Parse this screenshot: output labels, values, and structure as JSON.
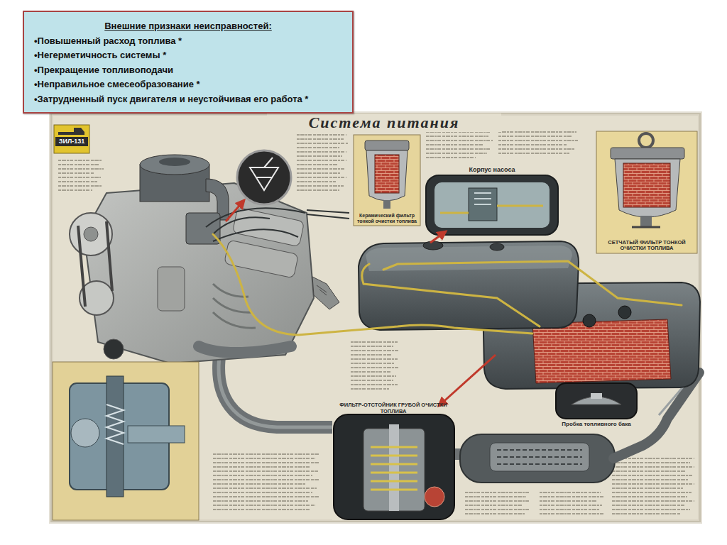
{
  "diagram": {
    "title": "Система питания",
    "nodes": [
      {
        "text": [
          "Внешние признаки неисправностей:",
          "•Повышенный расход топлива *",
          "•Негерметичность системы *",
          "•Прекращение топливоподачи",
          "•Неправильное смесеобразование *",
          "•Затрудненный пуск двигателя и неустойчивая его работа *"
        ]
      },
      {
        "text": [
          "Керамический фильтр тонкой очистки топлива"
        ]
      },
      {
        "text": [
          "Корпус насоса"
        ]
      },
      {
        "text": [
          "СЕТЧАТЫЙ ФИЛЬТР ТОНКОЙ ОЧИСТКИ ТОПЛИВА"
        ]
      },
      {
        "text": [
          "ФИЛЬТР-ОТСТОЙНИК ГРУБОЙ ОЧИСТКИ ТОПЛИВА"
        ]
      },
      {
        "text": [
          "Пробка топливного бака"
        ]
      }
    ],
    "labels": [
      "ЗИЛ-131"
    ]
  }
}
